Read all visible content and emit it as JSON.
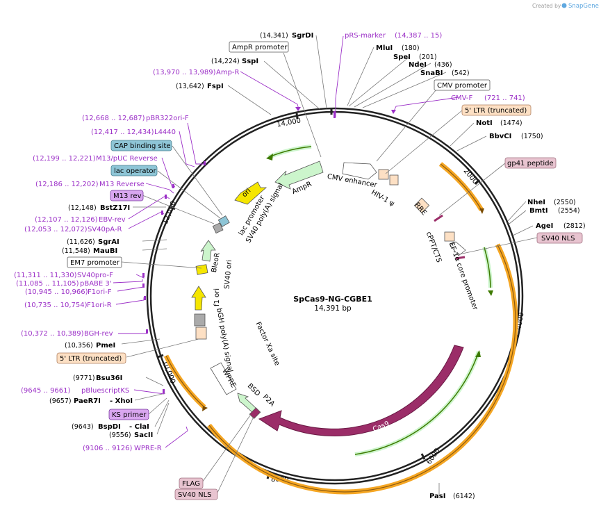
{
  "credit": {
    "created_by": "Created by",
    "brand": "SnapGene"
  },
  "plasmid": {
    "name": "SpCas9-NG-CGBE1",
    "length": "14,391 bp"
  },
  "ticks": [
    "2000",
    "4000",
    "6000",
    "8000",
    "10,000",
    "12,000",
    "14,000"
  ],
  "features": {
    "amp_promoter": "AmpR promoter",
    "cmv_promoter": "CMV promoter",
    "ltr_top": "5' LTR (truncated)",
    "gp41": "gp41 peptide",
    "sv40_nls_right": "SV40 NLS",
    "cap": "CAP binding site",
    "lac_operator": "lac operator",
    "m13_rev": "M13 rev",
    "em7": "EM7 promoter",
    "ltr_left": "5' LTR (truncated)",
    "ks_primer": "KS primer",
    "flag": "FLAG",
    "sv40_nls_bottom": "SV40 NLS",
    "ampr": "AmpR",
    "cmv_enhancer": "CMV enhancer",
    "ori": "ori",
    "hiv": "HIV-1 ψ",
    "rre": "RRE",
    "cppt": "cPPT/CTS",
    "ef1a": "EF-1α core promoter",
    "lac_promoter": "lac promoter",
    "sv40_polya": "SV40 poly(A) signal",
    "bleor": "BleoR",
    "sv40_ori": "SV40 ori",
    "f1_ori": "f1 ori",
    "bgh": "bGH poly(A) signal",
    "factor_xa": "Factor Xa site",
    "wpre": "WPRE",
    "bsd": "BSD",
    "p2a": "P2A",
    "cas9": "Cas9"
  },
  "sites": {
    "sgrdi": {
      "name": "SgrDI",
      "pos": "(14,341)"
    },
    "sspi": {
      "name": "SspI",
      "pos": "(14,224)"
    },
    "fspi": {
      "name": "FspI",
      "pos": "(13,642)"
    },
    "mlui": {
      "name": "MluI",
      "pos": "(180)"
    },
    "spei": {
      "name": "SpeI",
      "pos": "(201)"
    },
    "ndei": {
      "name": "NdeI",
      "pos": "(436)"
    },
    "snabi": {
      "name": "SnaBI",
      "pos": "(542)"
    },
    "noti": {
      "name": "NotI",
      "pos": "(1474)"
    },
    "bbvci": {
      "name": "BbvCI",
      "pos": "(1750)"
    },
    "nhei": {
      "name": "NheI",
      "pos": "(2550)"
    },
    "bmti": {
      "name": "BmtI",
      "pos": "(2554)"
    },
    "agei": {
      "name": "AgeI",
      "pos": "(2812)"
    },
    "bstz17i": {
      "name": "BstZ17I",
      "pos": "(12,148)"
    },
    "sgrai": {
      "name": "SgrAI",
      "pos": "(11,626)"
    },
    "maubi": {
      "name": "MauBI",
      "pos": "(11,548)"
    },
    "pmei": {
      "name": "PmeI",
      "pos": "(10,356)"
    },
    "bsu36i": {
      "name": "Bsu36I",
      "pos": "(9771)"
    },
    "paer7i": {
      "name": "PaeR7I",
      "pos": "(9657)",
      "extra": "- XhoI"
    },
    "bspdi": {
      "name": "BspDI",
      "pos": "(9643)",
      "extra": "- ClaI"
    },
    "sacii": {
      "name": "SacII",
      "pos": "(9556)"
    },
    "pasi": {
      "name": "PasI",
      "pos": "(6142)"
    }
  },
  "primers": {
    "prs_marker": {
      "name": "pRS-marker",
      "pos": "(14,387 .. 15)"
    },
    "ampr": {
      "name": "Amp-R",
      "pos": "(13,970 .. 13,989)"
    },
    "cmv_f": {
      "name": "CMV-F",
      "pos": "(721 .. 741)"
    },
    "pbr322": {
      "name": "pBR322ori-F",
      "pos": "(12,668 .. 12,687)"
    },
    "l4440": {
      "name": "L4440",
      "pos": "(12,417 .. 12,434)"
    },
    "m13puc": {
      "name": "M13/pUC Reverse",
      "pos": "(12,199 .. 12,221)"
    },
    "m13rev": {
      "name": "M13 Reverse",
      "pos": "(12,186 .. 12,202)"
    },
    "ebv": {
      "name": "EBV-rev",
      "pos": "(12,107 .. 12,126)"
    },
    "sv40pa": {
      "name": "SV40pA-R",
      "pos": "(12,053 .. 12,072)"
    },
    "sv40pro": {
      "name": "SV40pro-F",
      "pos": "(11,311 .. 11,330)"
    },
    "pbabe": {
      "name": "pBABE 3'",
      "pos": "(11,085 .. 11,105)"
    },
    "f1ori_f": {
      "name": "F1ori-F",
      "pos": "(10,945 .. 10,966)"
    },
    "f1ori_r": {
      "name": "F1ori-R",
      "pos": "(10,735 .. 10,754)"
    },
    "bgh_rev": {
      "name": "BGH-rev",
      "pos": "(10,372 .. 10,389)"
    },
    "pbluescript": {
      "name": "pBluescriptKS",
      "pos": "(9645 .. 9661)"
    },
    "wpre_r": {
      "name": "WPRE-R",
      "pos": "(9106 .. 9126)"
    }
  },
  "colors": {
    "primer": "#9b2fc7",
    "cas9": "#9b2d68",
    "green_feature": "#ccf5cc",
    "yellow": "#f5e600",
    "orange_ltr": "#f5a623",
    "peach": "#fde0c4",
    "pink_label": "#e8c4d0",
    "teal_label": "#8ec5d6",
    "lilac_label": "#d9a6f0"
  }
}
